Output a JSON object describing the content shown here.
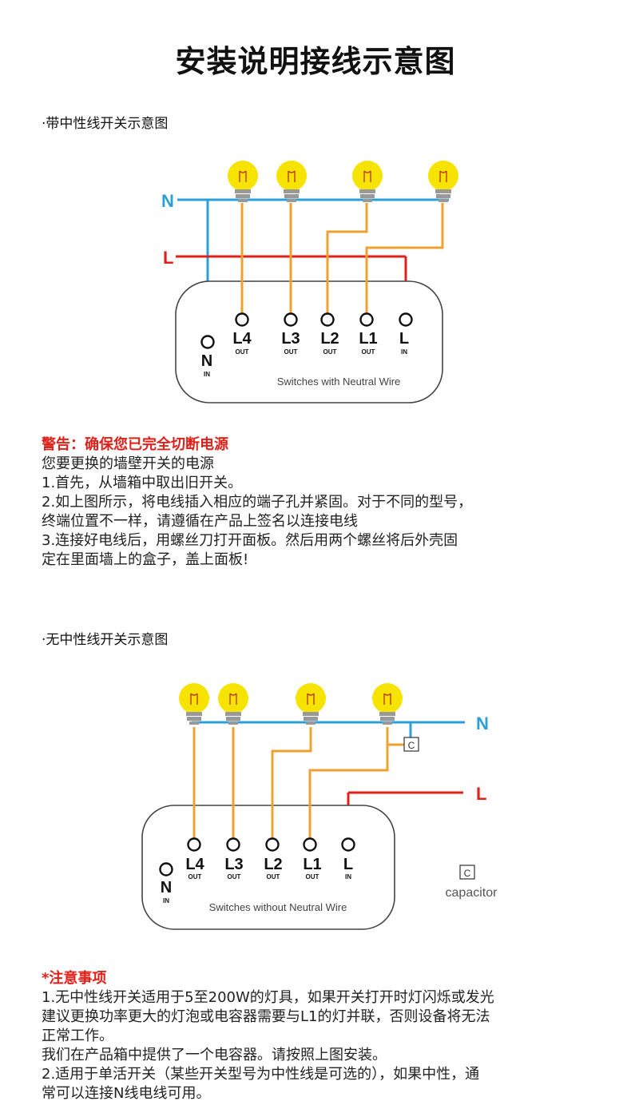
{
  "page_title": "安装说明接线示意图",
  "section1": {
    "heading": "·带中性线开关示意图",
    "diagram": {
      "n_label": "N",
      "l_label": "L",
      "terminals": [
        {
          "main": "L4",
          "sub": "OUT"
        },
        {
          "main": "L3",
          "sub": "OUT"
        },
        {
          "main": "L2",
          "sub": "OUT"
        },
        {
          "main": "L1",
          "sub": "OUT"
        },
        {
          "main": "L",
          "sub": "IN"
        }
      ],
      "neutral_terminal": {
        "main": "N",
        "sub": "IN"
      },
      "caption": "Switches with Neutral Wire"
    },
    "warning": "警告：确保您已完全切断电源",
    "lines": [
      "您要更换的墙壁开关的电源",
      "1.首先，从墙箱中取出旧开关。",
      "2.如上图所示，将电线插入相应的端子孔并紧固。对于不同的型号，",
      "终端位置不一样，请遵循在产品上签名以连接电线",
      "3.连接好电线后，用螺丝刀打开面板。然后用两个螺丝将后外壳固",
      "定在里面墙上的盒子，盖上面板!"
    ]
  },
  "section2": {
    "heading": "·无中性线开关示意图",
    "diagram": {
      "n_label": "N",
      "l_label": "L",
      "terminals": [
        {
          "main": "L4",
          "sub": "OUT"
        },
        {
          "main": "L3",
          "sub": "OUT"
        },
        {
          "main": "L2",
          "sub": "OUT"
        },
        {
          "main": "L1",
          "sub": "OUT"
        },
        {
          "main": "L",
          "sub": "IN"
        }
      ],
      "neutral_terminal": {
        "main": "N",
        "sub": "IN"
      },
      "capacitor_symbol": "C",
      "capacitor_legend_symbol": "C",
      "capacitor_legend_label": "capacitor",
      "caption": "Switches without Neutral Wire"
    },
    "warning": "*注意事项",
    "lines": [
      "1.无中性线开关适用于5至200W的灯具，如果开关打开时灯闪烁或发光",
      "建议更换功率更大的灯泡或电容器需要与L1的灯并联，否则设备将无法",
      "正常工作。",
      "我们在产品箱中提供了一个电容器。请按照上图安装。",
      "2.适用于单活开关（某些开关型号为中性线是可选的），如果中性，通",
      "常可以连接N线电线可用。"
    ]
  },
  "colors": {
    "neutral_wire": "#2b9fd6",
    "live_wire": "#e0211a",
    "load_wire": "#f0a030",
    "bulb": "#f7e300",
    "bulb_base": "#999999",
    "warning_text": "#e0211a"
  }
}
